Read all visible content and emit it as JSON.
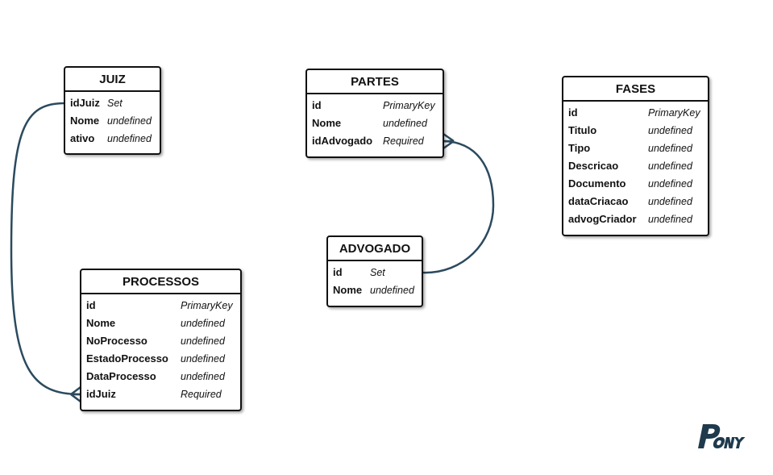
{
  "entities": {
    "juiz": {
      "name": "JUIZ",
      "attributes": [
        {
          "name": "idJuiz",
          "type": "Set"
        },
        {
          "name": "Nome",
          "type": "undefined"
        },
        {
          "name": "ativo",
          "type": "undefined"
        }
      ]
    },
    "partes": {
      "name": "PARTES",
      "attributes": [
        {
          "name": "id",
          "type": "PrimaryKey"
        },
        {
          "name": "Nome",
          "type": "undefined"
        },
        {
          "name": "idAdvogado",
          "type": "Required"
        }
      ]
    },
    "fases": {
      "name": "FASES",
      "attributes": [
        {
          "name": "id",
          "type": "PrimaryKey"
        },
        {
          "name": "Titulo",
          "type": "undefined"
        },
        {
          "name": "Tipo",
          "type": "undefined"
        },
        {
          "name": "Descricao",
          "type": "undefined"
        },
        {
          "name": "Documento",
          "type": "undefined"
        },
        {
          "name": "dataCriacao",
          "type": "undefined"
        },
        {
          "name": "advogCriador",
          "type": "undefined"
        }
      ]
    },
    "advogado": {
      "name": "ADVOGADO",
      "attributes": [
        {
          "name": "id",
          "type": "Set"
        },
        {
          "name": "Nome",
          "type": "undefined"
        }
      ]
    },
    "processos": {
      "name": "PROCESSOS",
      "attributes": [
        {
          "name": "id",
          "type": "PrimaryKey"
        },
        {
          "name": "Nome",
          "type": "undefined"
        },
        {
          "name": "NoProcesso",
          "type": "undefined"
        },
        {
          "name": "EstadoProcesso",
          "type": "undefined"
        },
        {
          "name": "DataProcesso",
          "type": "undefined"
        },
        {
          "name": "idJuiz",
          "type": "Required"
        }
      ]
    }
  },
  "relationships": [
    {
      "from": "JUIZ.idJuiz",
      "to": "PROCESSOS.idJuiz",
      "cardinality": "one-to-many"
    },
    {
      "from": "ADVOGADO.id",
      "to": "PARTES.idAdvogado",
      "cardinality": "one-to-many"
    }
  ],
  "colors": {
    "link": "#2b4a5e",
    "border": "#111111",
    "logo": "#1f3a4d"
  },
  "logo": {
    "icon": "pony-logo-icon"
  }
}
